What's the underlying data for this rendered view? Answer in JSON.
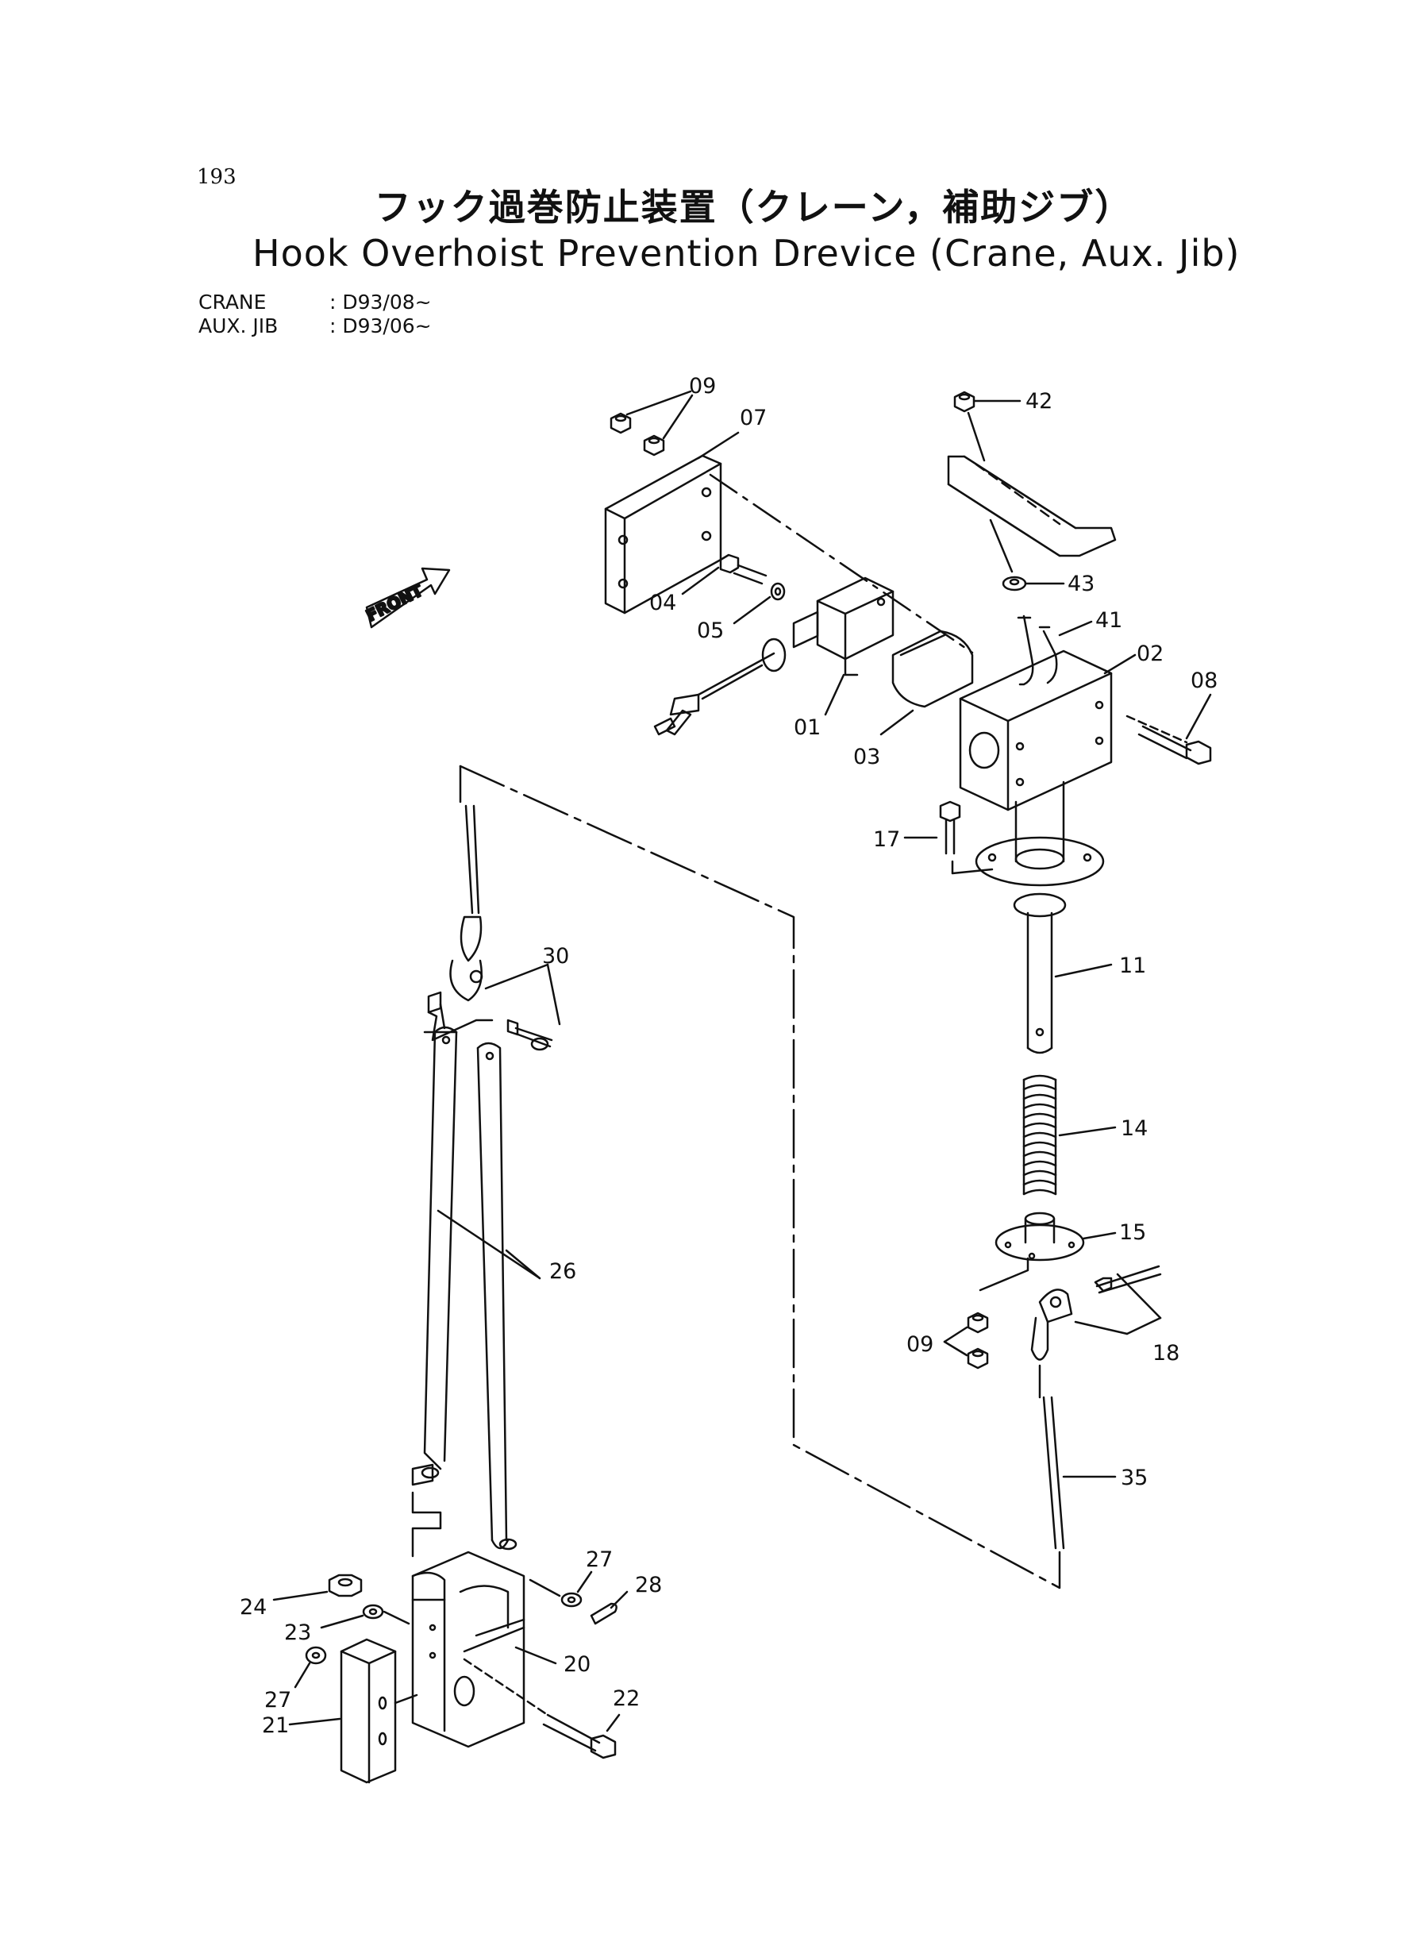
{
  "page_number": "193",
  "title_jp": "フック過巻防止装置（クレーン，補助ジブ）",
  "title_en": "Hook Overhoist Prevention Drevice (Crane, Aux. Jib)",
  "serials": [
    {
      "label": "CRANE",
      "value": ": D93/08~"
    },
    {
      "label": "AUX. JIB",
      "value": ": D93/06~"
    }
  ],
  "front_label": "FRONT",
  "part_labels": {
    "p09a": "09",
    "p07": "07",
    "p42": "42",
    "p04": "04",
    "p05": "05",
    "p43": "43",
    "p41": "41",
    "p02": "02",
    "p08": "08",
    "p01": "01",
    "p03": "03",
    "p17": "17",
    "p11": "11",
    "p30": "30",
    "p14": "14",
    "p26": "26",
    "p15": "15",
    "p09b": "09",
    "p18": "18",
    "p35": "35",
    "p27a": "27",
    "p28": "28",
    "p24": "24",
    "p23": "23",
    "p20": "20",
    "p27b": "27",
    "p22": "22",
    "p21": "21"
  }
}
